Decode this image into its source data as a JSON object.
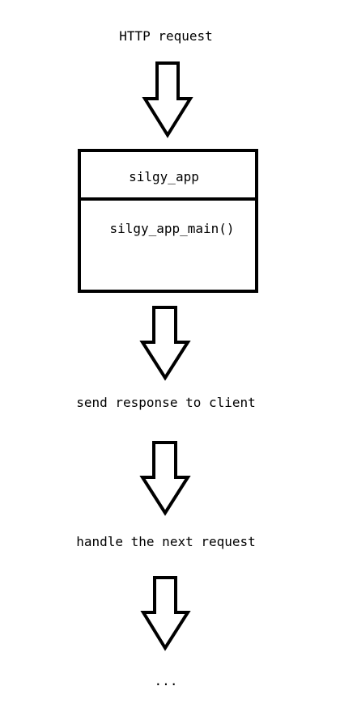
{
  "steps": {
    "request": "HTTP request",
    "response": "send response to client",
    "next": "handle the next request",
    "more": "..."
  },
  "app_box": {
    "title": "silgy_app",
    "method": "silgy_app_main()"
  },
  "arrow_count": 4,
  "colors": {
    "stroke": "#000000",
    "background": "#ffffff"
  }
}
